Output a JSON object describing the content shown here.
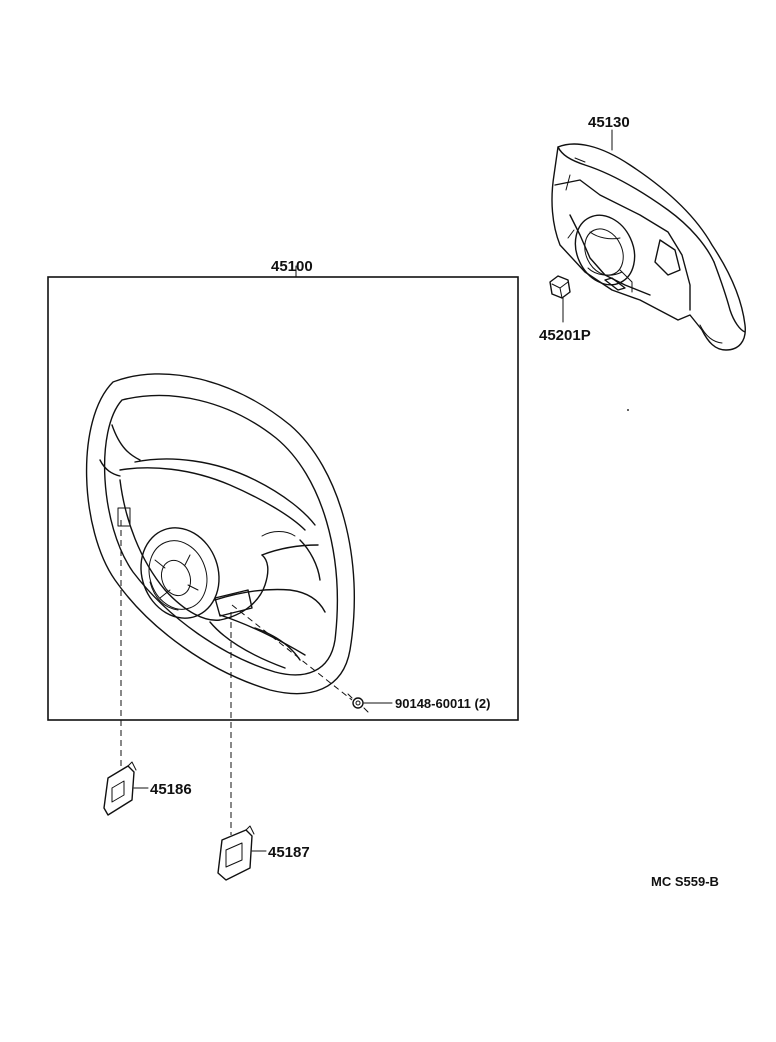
{
  "parts": {
    "p45130": "45130",
    "p45100": "45100",
    "p45201P": "45201P",
    "p90148": "90148-60011 (2)",
    "p45186": "45186",
    "p45187": "45187"
  },
  "footer": {
    "code": "MC  S559-B"
  }
}
